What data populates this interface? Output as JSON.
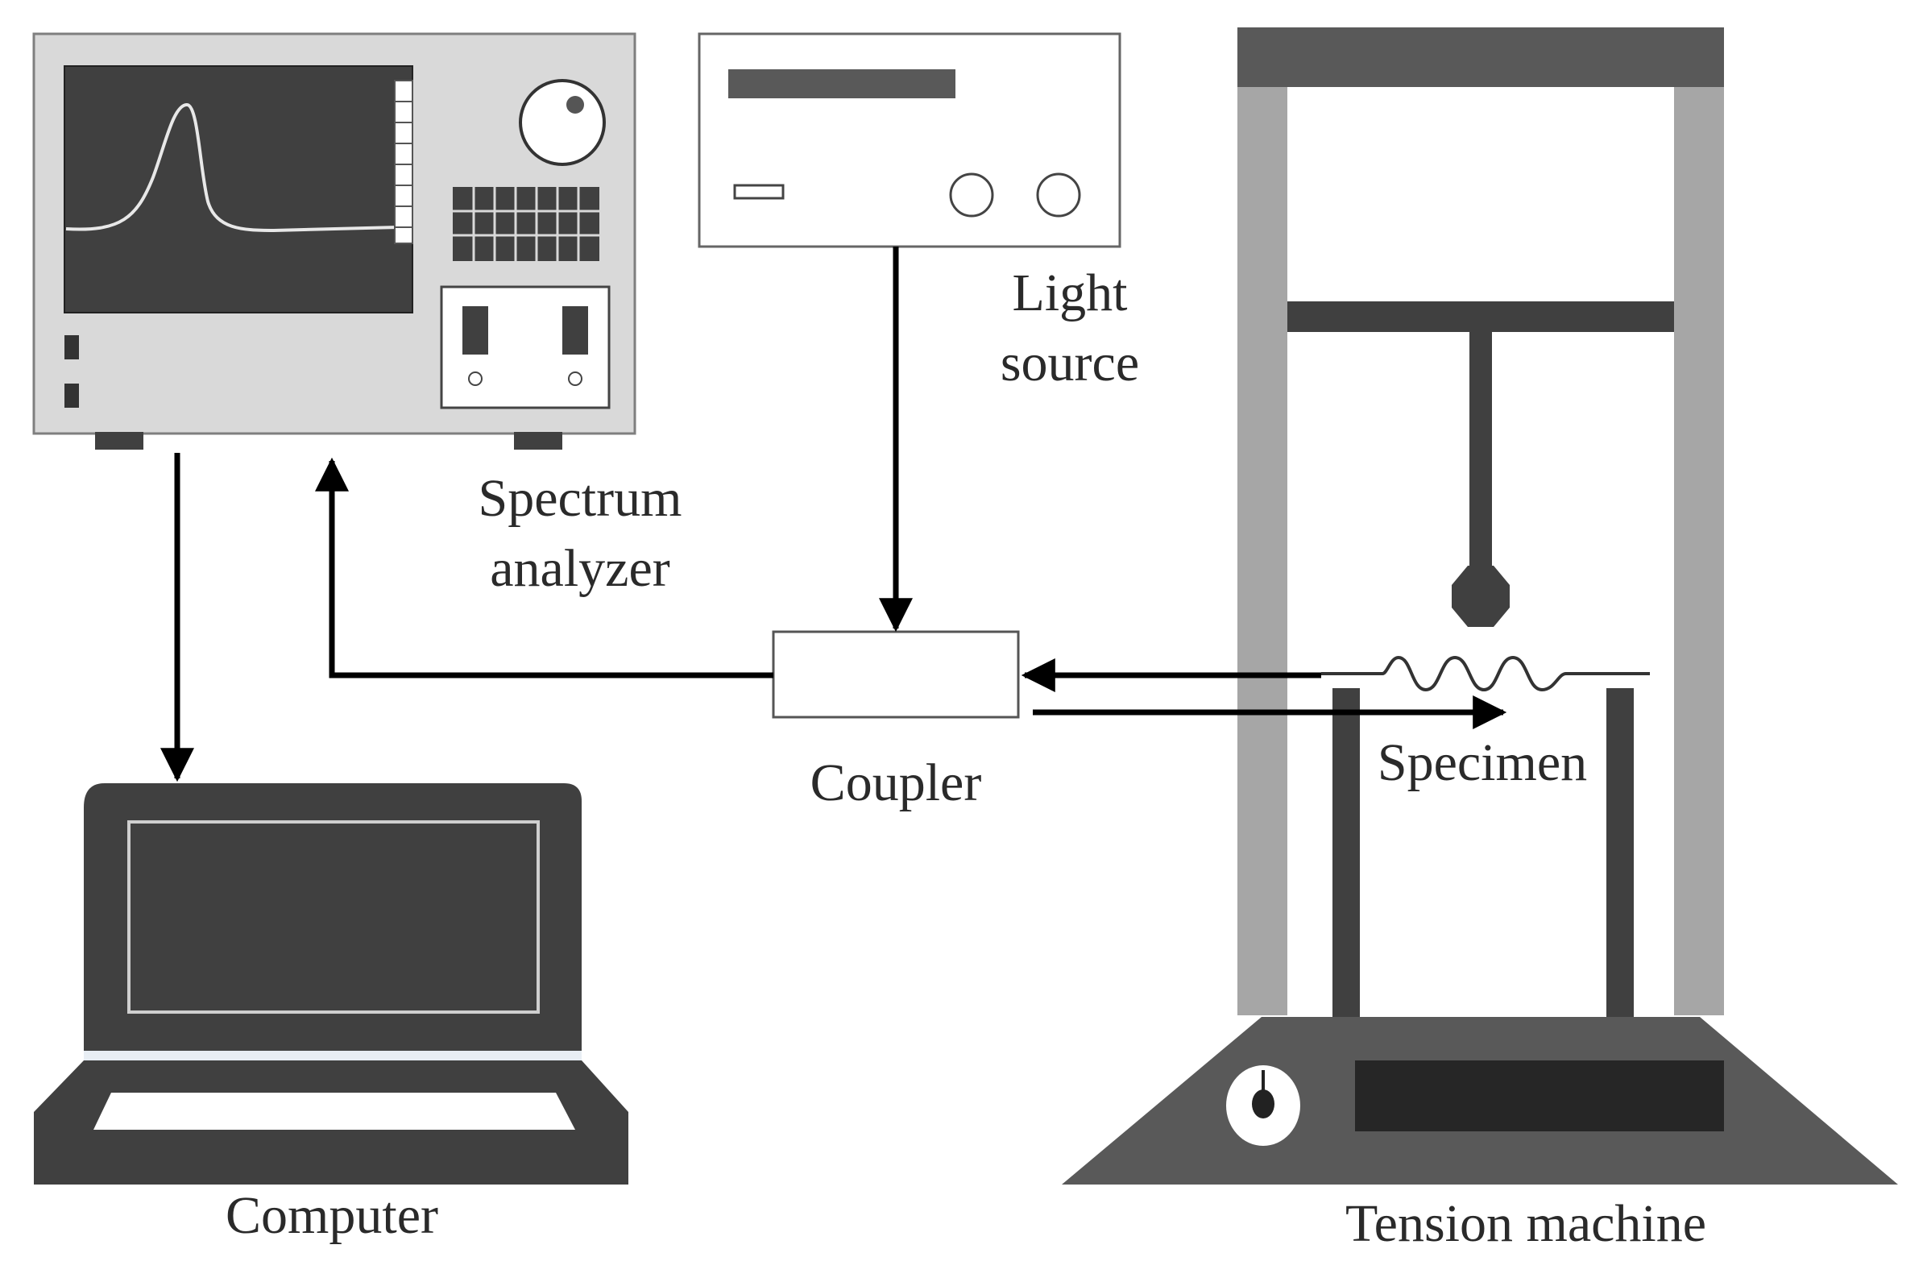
{
  "labels": {
    "light_source_line1": "Light",
    "light_source_line2": "source",
    "spectrum_analyzer_line1": "Spectrum",
    "spectrum_analyzer_line2": "analyzer",
    "coupler": "Coupler",
    "specimen": "Specimen",
    "computer": "Computer",
    "tension_machine": "Tension machine"
  },
  "colors": {
    "device_gray": "#d9d9d9",
    "dark": "#404040",
    "mid_gray": "#a6a6a6",
    "line": "#000000"
  }
}
